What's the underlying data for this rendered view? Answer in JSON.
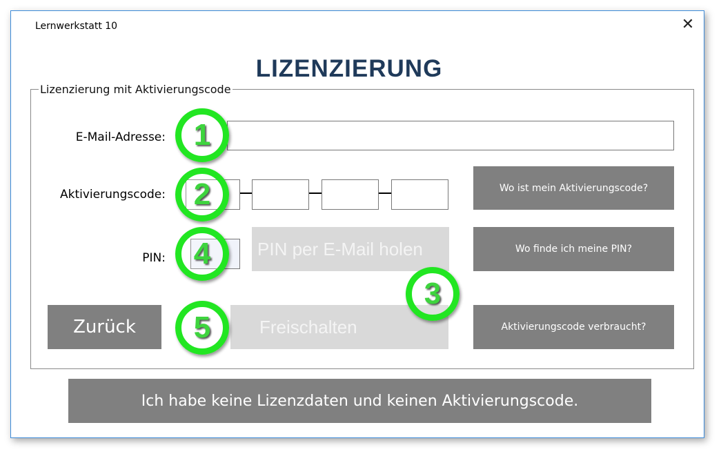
{
  "window": {
    "title": "Lernwerkstatt 10",
    "close_icon": "close-icon"
  },
  "heading": "LIZENZIERUNG",
  "group": {
    "legend": "Lizenzierung mit Aktivierungscode"
  },
  "email": {
    "label": "E-Mail-Adresse:",
    "value": ""
  },
  "activation": {
    "label": "Aktivierungscode:",
    "segments": [
      "",
      "",
      "",
      ""
    ]
  },
  "pin": {
    "label": "PIN:",
    "value": "",
    "request_button": "PIN per E-Mail holen"
  },
  "buttons": {
    "where_code": "Wo ist mein Aktivierungscode?",
    "where_pin": "Wo finde ich meine PIN?",
    "code_used": "Aktivierungscode verbraucht?",
    "back": "Zurück",
    "unlock": "Freischalten",
    "no_license": "Ich habe keine Lizenzdaten und keinen Aktivierungscode."
  },
  "annotations": [
    "1",
    "2",
    "3",
    "4",
    "5"
  ],
  "colors": {
    "button": "#808080",
    "disabled": "#d9d9d9",
    "annotation": "#22e622",
    "heading": "#1f3a5a"
  }
}
